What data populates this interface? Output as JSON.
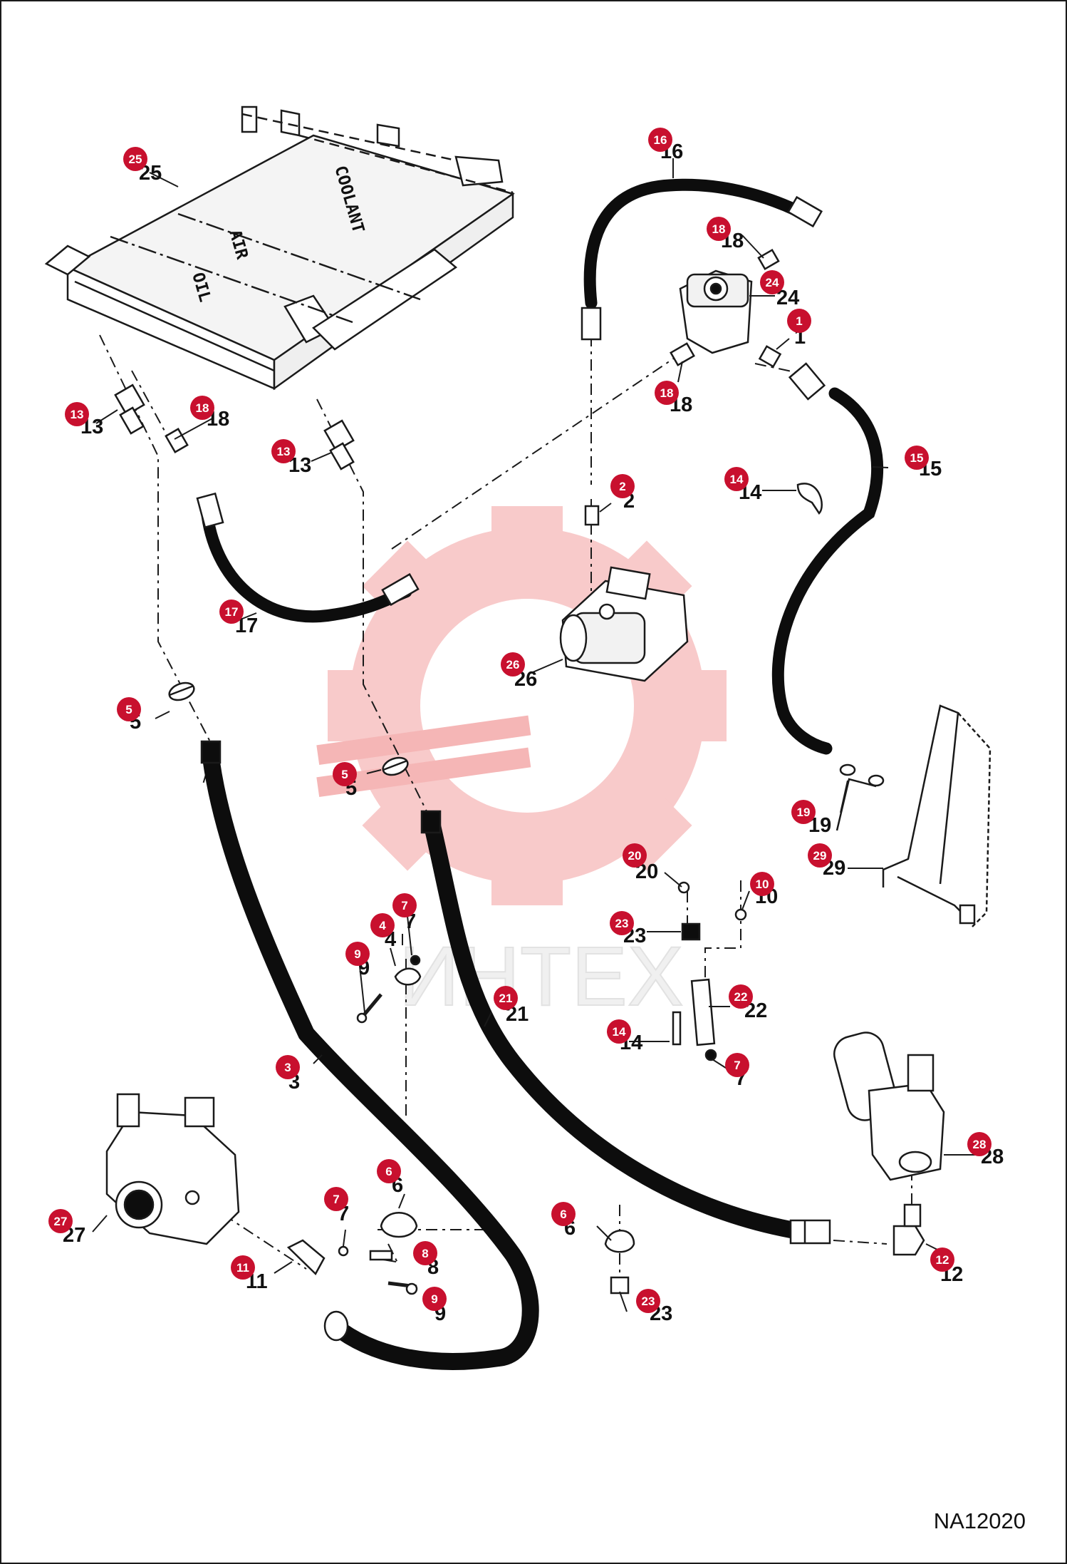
{
  "drawing_id": "NA12020",
  "watermark_text": "ИНТЕХ",
  "component_labels": {
    "radiator_coolant": "COOLANT",
    "radiator_air": "AIR",
    "radiator_oil": "OIL"
  },
  "callouts": [
    {
      "id": "c1",
      "badge": "1",
      "label": "1"
    },
    {
      "id": "c2",
      "badge": "2",
      "label": "2"
    },
    {
      "id": "c3",
      "badge": "3",
      "label": "3"
    },
    {
      "id": "c4",
      "badge": "4",
      "label": "4"
    },
    {
      "id": "c5a",
      "badge": "5",
      "label": "5"
    },
    {
      "id": "c5b",
      "badge": "5",
      "label": "5"
    },
    {
      "id": "c6a",
      "badge": "6",
      "label": "6"
    },
    {
      "id": "c6b",
      "badge": "6",
      "label": "6"
    },
    {
      "id": "c7a",
      "badge": "7",
      "label": "7"
    },
    {
      "id": "c7b",
      "badge": "7",
      "label": "7"
    },
    {
      "id": "c7c",
      "badge": "7",
      "label": "7"
    },
    {
      "id": "c8",
      "badge": "8",
      "label": "8"
    },
    {
      "id": "c9a",
      "badge": "9",
      "label": "9"
    },
    {
      "id": "c9b",
      "badge": "9",
      "label": "9"
    },
    {
      "id": "c10",
      "badge": "10",
      "label": "10"
    },
    {
      "id": "c11",
      "badge": "11",
      "label": "11"
    },
    {
      "id": "c12",
      "badge": "12",
      "label": "12"
    },
    {
      "id": "c13a",
      "badge": "13",
      "label": "13"
    },
    {
      "id": "c13b",
      "badge": "13",
      "label": "13"
    },
    {
      "id": "c14a",
      "badge": "14",
      "label": "14"
    },
    {
      "id": "c14b",
      "badge": "14",
      "label": "14"
    },
    {
      "id": "c15",
      "badge": "15",
      "label": "15"
    },
    {
      "id": "c16",
      "badge": "16",
      "label": "16"
    },
    {
      "id": "c17",
      "badge": "17",
      "label": "17"
    },
    {
      "id": "c18a",
      "badge": "18",
      "label": "18"
    },
    {
      "id": "c18b",
      "badge": "18",
      "label": "18"
    },
    {
      "id": "c18c",
      "badge": "18",
      "label": "18"
    },
    {
      "id": "c19",
      "badge": "19",
      "label": "19"
    },
    {
      "id": "c20",
      "badge": "20",
      "label": "20"
    },
    {
      "id": "c21",
      "badge": "21",
      "label": "21"
    },
    {
      "id": "c22",
      "badge": "22",
      "label": "22"
    },
    {
      "id": "c23a",
      "badge": "23",
      "label": "23"
    },
    {
      "id": "c23b",
      "badge": "23",
      "label": "23"
    },
    {
      "id": "c24",
      "badge": "24",
      "label": "24"
    },
    {
      "id": "c25",
      "badge": "25",
      "label": "25"
    },
    {
      "id": "c26",
      "badge": "26",
      "label": "26"
    },
    {
      "id": "c27",
      "badge": "27",
      "label": "27"
    },
    {
      "id": "c28",
      "badge": "28",
      "label": "28"
    },
    {
      "id": "c29",
      "badge": "29",
      "label": "29"
    }
  ],
  "colors": {
    "badge": "#c8102e",
    "hose": "#0d0d0d",
    "line": "#1a1a1a",
    "watermark": "#f4a9a9"
  }
}
